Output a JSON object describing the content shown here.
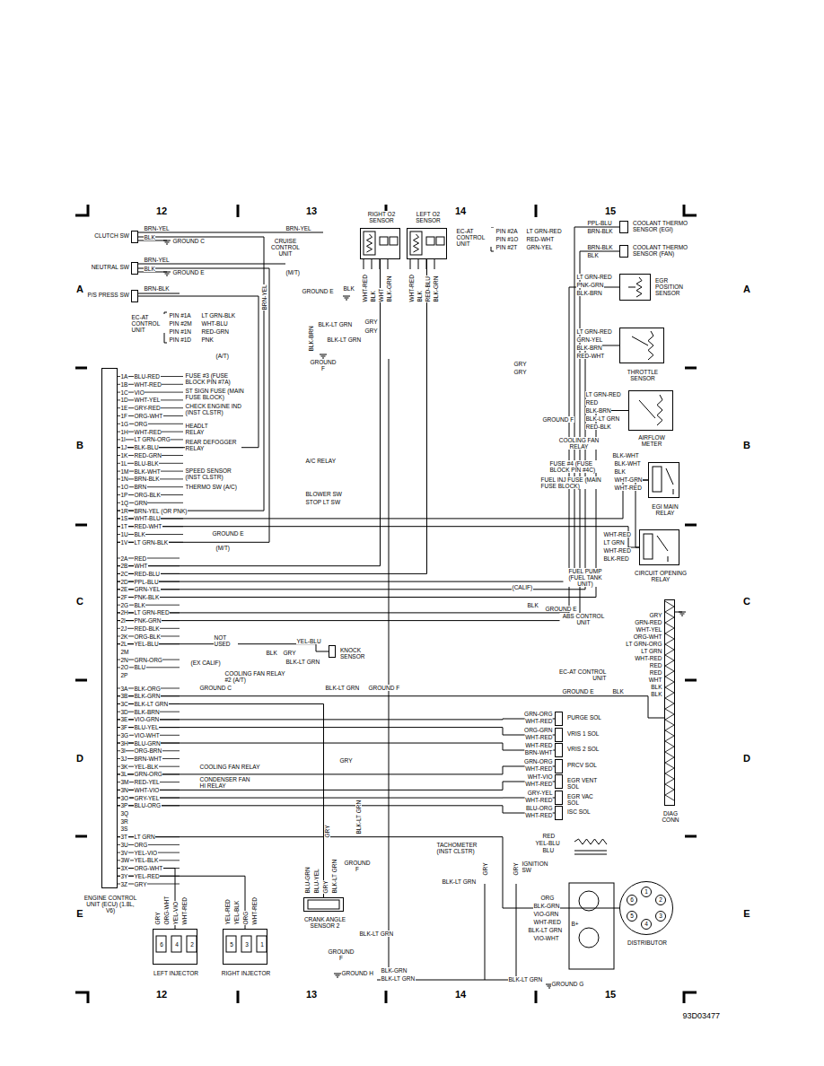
{
  "diagram": {
    "nodes": [
      {
        "text": [
          "ENGINE CONTROL UNIT (ECU) (1.8L, V6)"
        ]
      },
      {
        "text": [
          "CLUTCH SW"
        ]
      },
      {
        "text": [
          "NEUTRAL SW"
        ]
      },
      {
        "text": [
          "P/S PRESS SW"
        ]
      },
      {
        "text": [
          "RIGHT O2 SENSOR"
        ]
      },
      {
        "text": [
          "LEFT O2 SENSOR"
        ]
      },
      {
        "text": [
          "COOLANT THERMO SENSOR (EGI)"
        ]
      },
      {
        "text": [
          "COOLANT THERMO SENSOR (FAN)"
        ]
      },
      {
        "text": [
          "EGR POSITION SENSOR"
        ]
      },
      {
        "text": [
          "THROTTLE SENSOR"
        ]
      },
      {
        "text": [
          "AIRFLOW METER"
        ]
      },
      {
        "text": [
          "EGI MAIN RELAY"
        ]
      },
      {
        "text": [
          "CIRCUIT OPENING RELAY"
        ]
      },
      {
        "text": [
          "KNOCK SENSOR"
        ]
      },
      {
        "text": [
          "PURGE SOL"
        ]
      },
      {
        "text": [
          "VRIS 1 SOL"
        ]
      },
      {
        "text": [
          "VRIS 2 SOL"
        ]
      },
      {
        "text": [
          "PRCV SOL"
        ]
      },
      {
        "text": [
          "EGR VENT SOL"
        ]
      },
      {
        "text": [
          "EGR VAC SOL"
        ]
      },
      {
        "text": [
          "ISC SOL"
        ]
      },
      {
        "text": [
          "DIAG CONN"
        ]
      },
      {
        "text": [
          "CRANK ANGLE SENSOR 2"
        ]
      },
      {
        "text": [
          "LEFT INJECTOR"
        ]
      },
      {
        "text": [
          "RIGHT INJECTOR"
        ]
      },
      {
        "text": [
          "DISTRIBUTOR"
        ]
      }
    ],
    "edges": [
      {
        "from": 0,
        "to": 1,
        "arrow": "none"
      },
      {
        "from": 0,
        "to": 2,
        "arrow": "none"
      },
      {
        "from": 0,
        "to": 3,
        "arrow": "none"
      },
      {
        "from": 0,
        "to": 4,
        "arrow": "none"
      },
      {
        "from": 0,
        "to": 5,
        "arrow": "none"
      },
      {
        "from": 0,
        "to": 6,
        "arrow": "none"
      },
      {
        "from": 0,
        "to": 7,
        "arrow": "none"
      },
      {
        "from": 0,
        "to": 8,
        "arrow": "none"
      },
      {
        "from": 0,
        "to": 9,
        "arrow": "none"
      },
      {
        "from": 0,
        "to": 10,
        "arrow": "none"
      },
      {
        "from": 0,
        "to": 11,
        "arrow": "none"
      },
      {
        "from": 0,
        "to": 12,
        "arrow": "none"
      },
      {
        "from": 0,
        "to": 13,
        "arrow": "none"
      },
      {
        "from": 0,
        "to": 14,
        "arrow": "none"
      },
      {
        "from": 0,
        "to": 15,
        "arrow": "none"
      },
      {
        "from": 0,
        "to": 16,
        "arrow": "none"
      },
      {
        "from": 0,
        "to": 17,
        "arrow": "none"
      },
      {
        "from": 0,
        "to": 18,
        "arrow": "none"
      },
      {
        "from": 0,
        "to": 19,
        "arrow": "none"
      },
      {
        "from": 0,
        "to": 20,
        "arrow": "none"
      },
      {
        "from": 0,
        "to": 21,
        "arrow": "none"
      },
      {
        "from": 0,
        "to": 22,
        "arrow": "none"
      },
      {
        "from": 0,
        "to": 23,
        "arrow": "none"
      },
      {
        "from": 0,
        "to": 24,
        "arrow": "none"
      },
      {
        "from": 0,
        "to": 25,
        "arrow": "none"
      },
      {
        "from": 11,
        "to": 12,
        "arrow": "none"
      }
    ],
    "labels": [
      "1A",
      "1B",
      "1C",
      "1D",
      "1E",
      "1F",
      "1G",
      "1H",
      "1I",
      "1J",
      "1K",
      "1L",
      "1M",
      "1N",
      "1O",
      "1P",
      "1Q",
      "1R",
      "1S",
      "1T",
      "1U",
      "1V",
      "BLU-RED",
      "WHT-RED",
      "VIO",
      "WHT-YEL",
      "GRY-RED",
      "ORG-WHT",
      "ORG",
      "WHT-RED",
      "LT GRN-ORG",
      "BLK-BLU",
      "RED-GRN",
      "BLU-BLK",
      "BLK-WHT",
      "BRN-BLK",
      "BRN",
      "ORG-BLK",
      "GRN",
      "BRN-YEL (OR PNK)",
      "WHT-BLU",
      "RED-WHT",
      "BLK",
      "LT GRN-BLK",
      "2A",
      "2B",
      "2C",
      "2D",
      "2E",
      "2F",
      "2G",
      "2H",
      "2I",
      "2J",
      "2K",
      "2L",
      "2M",
      "2N",
      "2O",
      "2P",
      "RED",
      "WHT",
      "RED-BLU",
      "PPL-BLU",
      "GRN-YEL",
      "PNK-BLK",
      "BLK",
      "LT GRN-RED",
      "PNK-GRN",
      "RED-BLK",
      "ORG-BLK",
      "YEL-BLU",
      "GRN-ORG",
      "BLU",
      "3A",
      "3B",
      "3C",
      "3D",
      "3E",
      "3F",
      "3G",
      "3H",
      "3I",
      "3J",
      "3K",
      "3L",
      "3M",
      "3N",
      "3O",
      "3P",
      "3Q",
      "3R",
      "3S",
      "3T",
      "3U",
      "3V",
      "3W",
      "3X",
      "3Y",
      "3Z",
      "BLK-ORG",
      "BLK-GRN",
      "BLK-LT GRN",
      "BLK-BRN",
      "VIO-GRN",
      "BLU-YEL",
      "VIO-WHT",
      "BLU-GRN",
      "ORG-BRN",
      "BRN-WHT",
      "YEL-BLK",
      "GRN-ORG",
      "RED-YEL",
      "WHT-VIO",
      "GRY-YEL",
      "BLU-ORG",
      "LT GRN",
      "ORG",
      "YEL-VIO",
      "YEL-BLK",
      "ORG-WHT",
      "YEL-RED",
      "GRY",
      "12",
      "13",
      "14",
      "15",
      "12",
      "13",
      "14",
      "15",
      "A",
      "B",
      "C",
      "D",
      "E",
      "A",
      "B",
      "C",
      "D",
      "E",
      "93D03477",
      "FUSE #3 (FUSE BLOCK PIN #7A)",
      "ST SIGN FUSE (MAIN FUSE BLOCK)",
      "CHECK ENGINE IND (INST CLSTR)",
      "HEADLT RELAY",
      "REAR DEFOGGER RELAY",
      "SPEED SENSOR (INST CLSTR)",
      "THERMO SW (A/C)",
      "A/C RELAY",
      "BLOWER SW",
      "STOP LT SW",
      "GROUND E",
      "(M/T)",
      "BRN-YEL",
      "BLK",
      "GROUND C",
      "BRN-YEL",
      "CRUISE CONTROL UNIT",
      "BRN-YEL",
      "BLK",
      "GROUND E",
      "(M/T)",
      "BRN-BLK",
      "BRN-YEL",
      "EC-AT CONTROL UNIT",
      "PIN #1A",
      "PIN #2M",
      "PIN #1N",
      "PIN #1D",
      "LT GRN-BLK",
      "WHT-BLU",
      "RED-GRN",
      "PNK",
      "(A/T)",
      "BLK-BRN",
      "BLK-LT GRN",
      "GRY",
      "GRY",
      "BLK-LT GRN",
      "GROUND F",
      "GROUND E",
      "BLK",
      "WHT-RED",
      "BLK",
      "WHT",
      "BLK-GRN",
      "WHT-RED",
      "BLK",
      "RED-BLU",
      "BLK-GRN",
      "EC-AT CONTROL UNIT",
      "PIN #2A",
      "PIN #1O",
      "PIN #2T",
      "LT GRN-RED",
      "RED-WHT",
      "GRN-YEL",
      "PPL-BLU",
      "BRN-BLK",
      "BRN-BLK",
      "BLK",
      "LT GRN-RED",
      "PNK-GRN",
      "BLK-BRN",
      "LT GRN-RED",
      "GRN-YEL",
      "BLK-BRN",
      "RED-WHT",
      "GRY",
      "GRY",
      "LT GRN-RED",
      "RED",
      "BLK-BRN",
      "BLK-LT GRN",
      "RED-BLK",
      "GROUND F",
      "COOLING FAN RELAY",
      "BLK-WHT",
      "FUSE #4 (FUSE BLOCK PIN #4C)",
      "BLK-WHT",
      "BLK",
      "FUEL INJ FUSE (MAIN FUSE BLOCK)",
      "WHT-GRN",
      "WHT-RED",
      "WHT-RED",
      "LT GRN",
      "WHT-RED",
      "BLK-RED",
      "FUEL PUMP (FUEL TANK UNIT)",
      "(CALIF)",
      "BLK",
      "GROUND E",
      "ABS CONTROL UNIT",
      "GRY",
      "GRN-RED",
      "WHT-YEL",
      "ORG-WHT",
      "LT GRN-ORG",
      "LT GRN",
      "WHT-RED",
      "RED",
      "RED",
      "WHT",
      "BLK",
      "BLK",
      "EC-AT CONTROL UNIT",
      "GROUND E",
      "BLK",
      "GRN-ORG",
      "WHT-RED",
      "ORG-GRN",
      "WHT-RED",
      "WHT-RED",
      "BRN-WHT",
      "GRN-ORG",
      "WHT-RED",
      "WHT-VIO",
      "WHT-RED",
      "GRY-YEL",
      "WHT-RED",
      "BLU-ORG",
      "WHT-RED",
      "NOT USED",
      "(EX CALIF)",
      "BLK",
      "GRY",
      "YEL-BLU",
      "BLK-LT GRN",
      "COOLING FAN RELAY #2 (A/T)",
      "GROUND C",
      "BLK-LT GRN",
      "GROUND F",
      "COOLING FAN RELAY",
      "CONDENSER FAN HI RELAY",
      "GRY",
      "BLU-GRN",
      "BLU-YEL",
      "GRY",
      "BLK-LT GRN",
      "GRY",
      "BLK-LT GRN",
      "GROUND F",
      "GRY",
      "ORG-WHT",
      "YEL-VIO",
      "WHT-RED",
      "YEL-RED",
      "YEL-BLK",
      "ORG",
      "WHT-RED",
      "6",
      "4",
      "2",
      "5",
      "3",
      "1",
      "BLK-LT GRN",
      "GROUND F",
      "GROUND H",
      "BLK-GRN",
      "BLK-LT GRN",
      "BLK-LT GRN",
      "GROUND G",
      "TACHOMETER (INST CLSTR)",
      "GRY",
      "GRY",
      "BLK-LT GRN",
      "IGNITION SW",
      "RED",
      "YEL-BLU",
      "BLU",
      "ORG",
      "BLK-GRN",
      "VIO-GRN",
      "WHT-RED",
      "BLK-LT GRN",
      "VIO-WHT",
      "B+",
      "1",
      "2",
      "3",
      "4",
      "5",
      "6"
    ]
  }
}
